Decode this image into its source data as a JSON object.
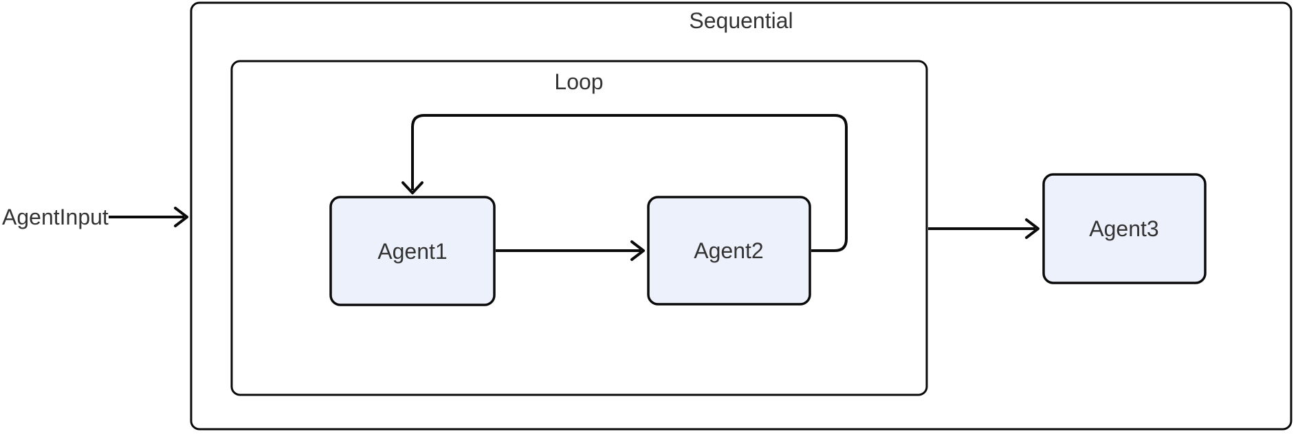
{
  "colors": {
    "background": "#ffffff",
    "stroke": "#0a0a0a",
    "text": "#333333",
    "node-fill": "#edf1fb"
  },
  "diagram": {
    "input_label": "AgentInput",
    "outer_container_label": "Sequential",
    "inner_container_label": "Loop",
    "nodes": {
      "agent1": "Agent1",
      "agent2": "Agent2",
      "agent3": "Agent3"
    }
  }
}
